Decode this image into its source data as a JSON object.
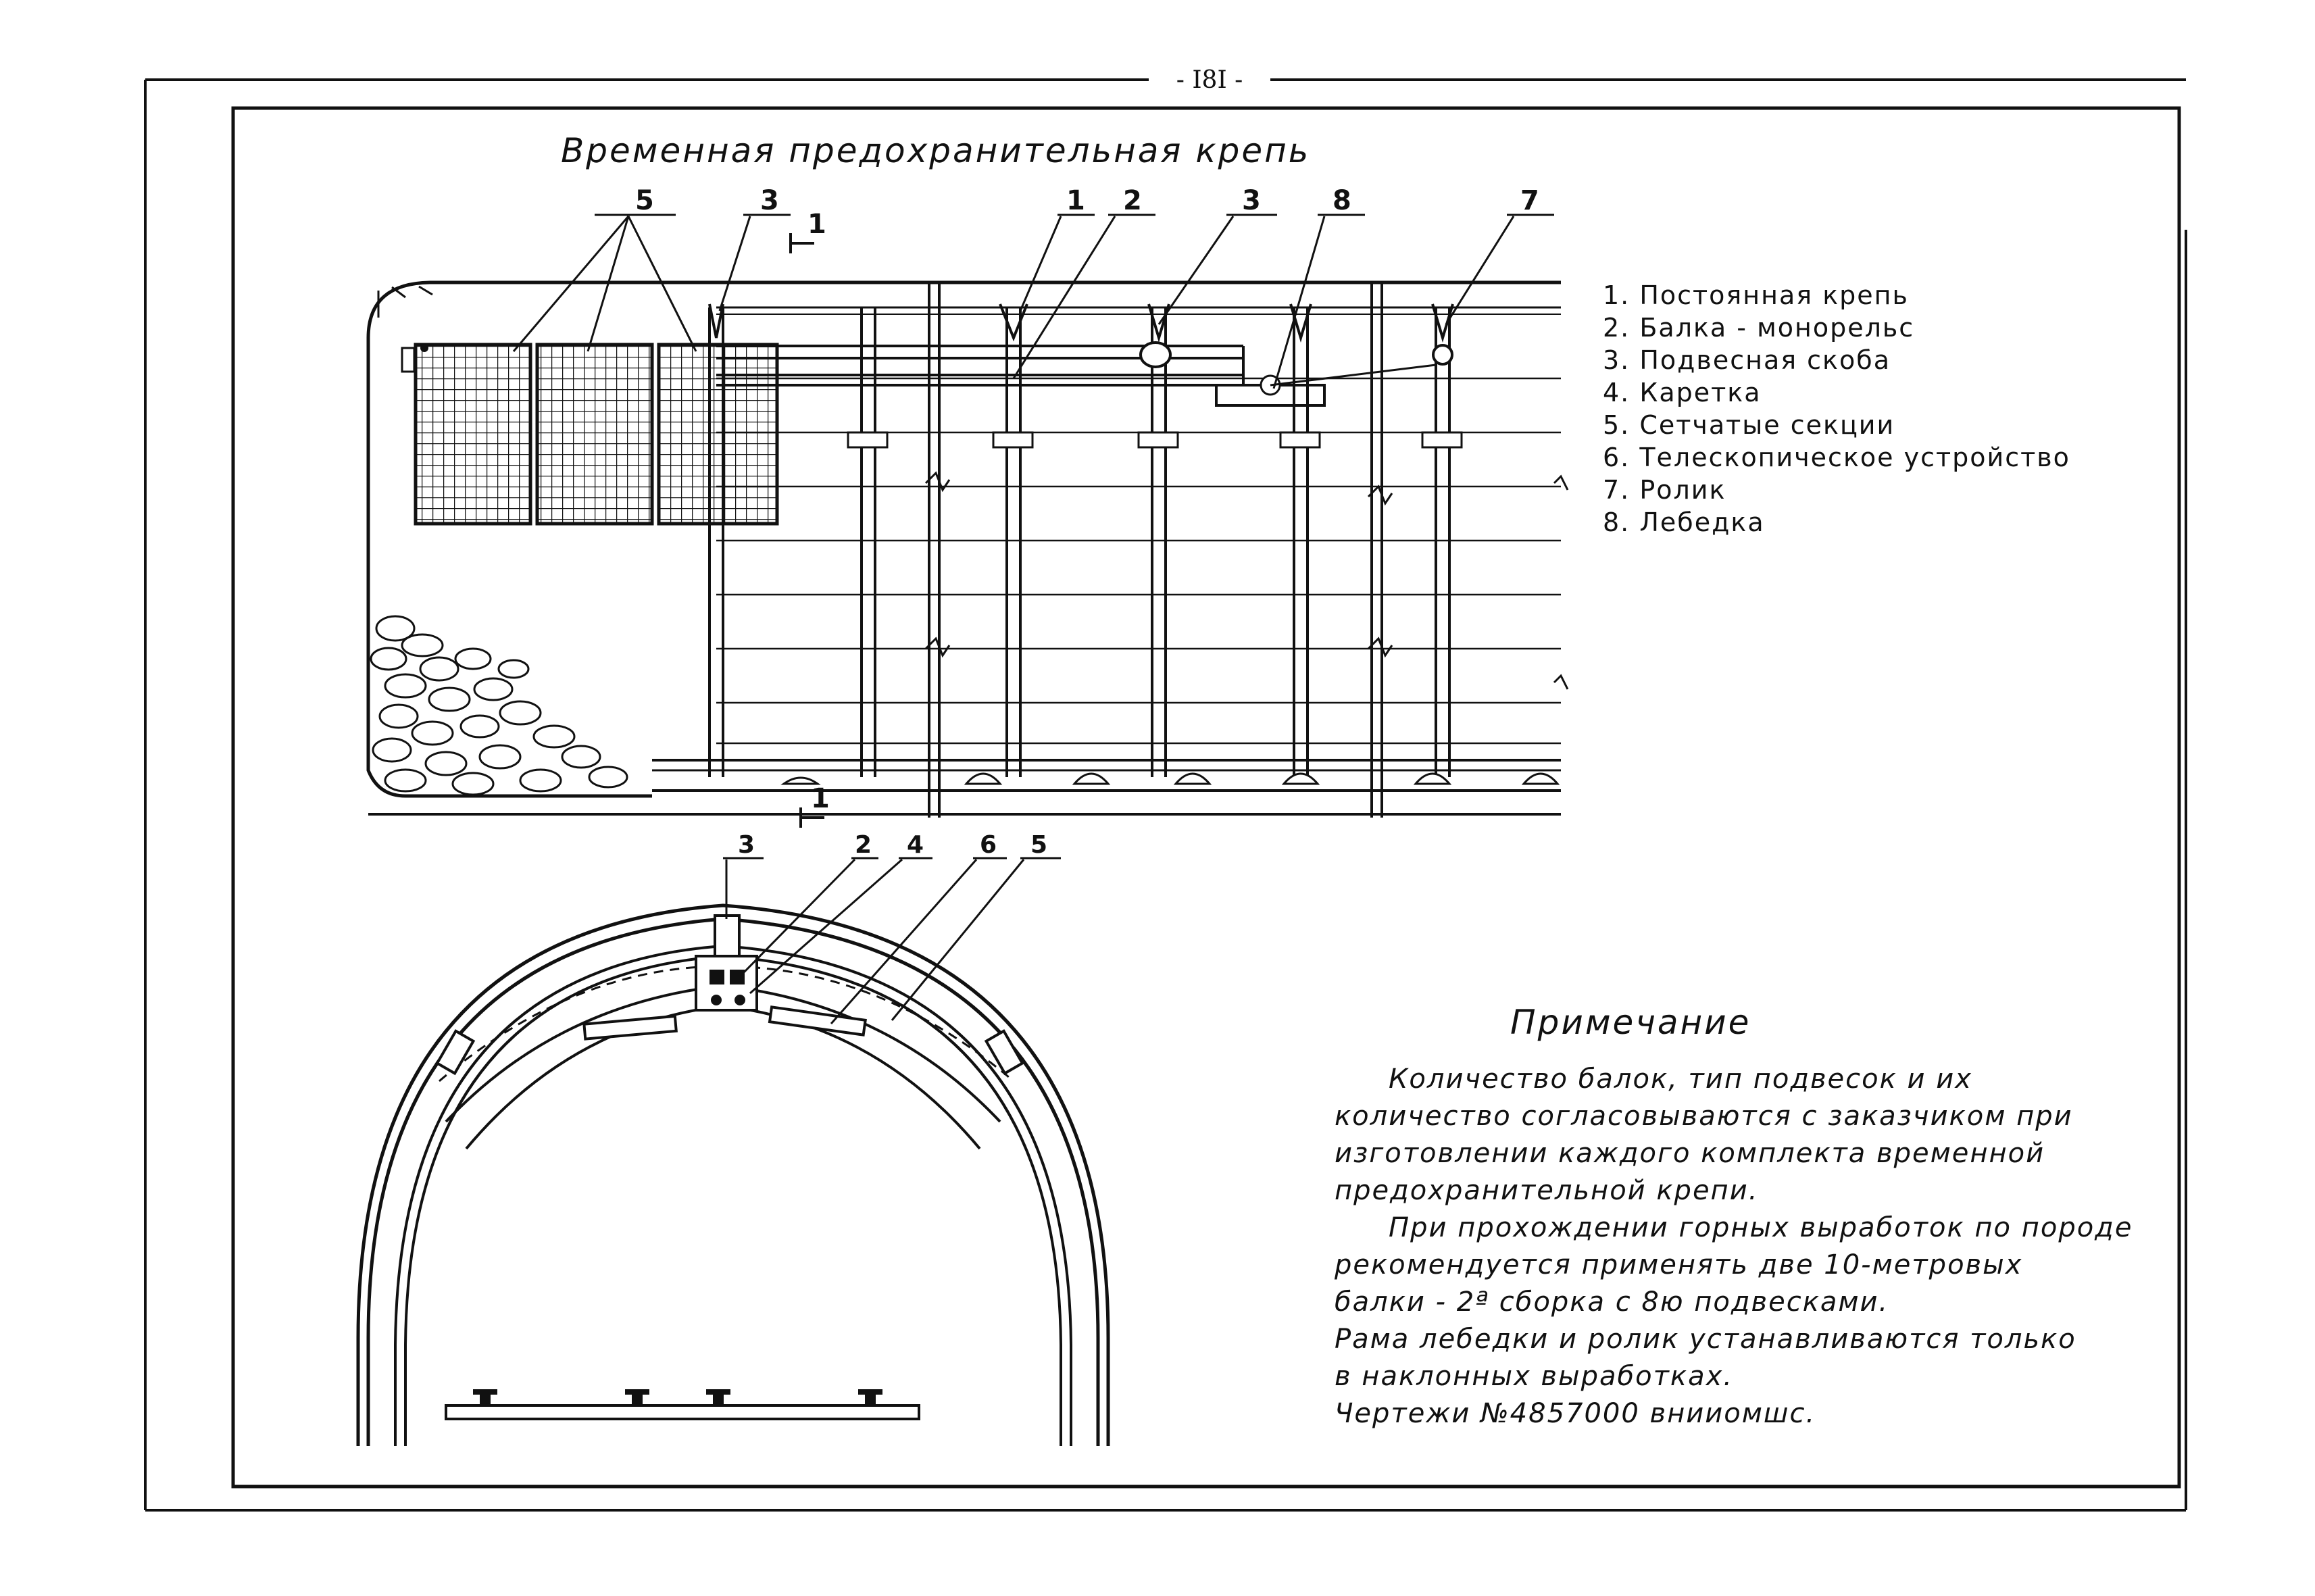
{
  "page": {
    "number": "- I8I -"
  },
  "title": "Временная предохранительная крепь",
  "callouts": {
    "top": [
      "5",
      "3",
      "1",
      "2",
      "3",
      "8",
      "7"
    ],
    "section_mark": "1",
    "section": [
      "3",
      "2",
      "4",
      "6",
      "5"
    ]
  },
  "legend": [
    "1. Постоянная крепь",
    "2. Балка - монорельс",
    "3. Подвесная скоба",
    "4. Каретка",
    "5. Сетчатые секции",
    "6. Телескопическое устройство",
    "7. Ролик",
    "8. Лебедка"
  ],
  "note": {
    "heading": "Примечание",
    "lines": [
      "Количество балок, тип подвесок и их",
      "количество согласовываются с заказчиком при",
      "изготовлении каждого комплекта временной",
      "предохранительной крепи.",
      "При прохождении горных выработок по породе",
      "рекомендуется применять две 10-метровых",
      "балки - 2ª сборка с 8ю подвесками.",
      "Рама лебедки и ролик устанавливаются только",
      "в наклонных выработках.",
      "Чертежи №4857000 внииомшс."
    ]
  }
}
